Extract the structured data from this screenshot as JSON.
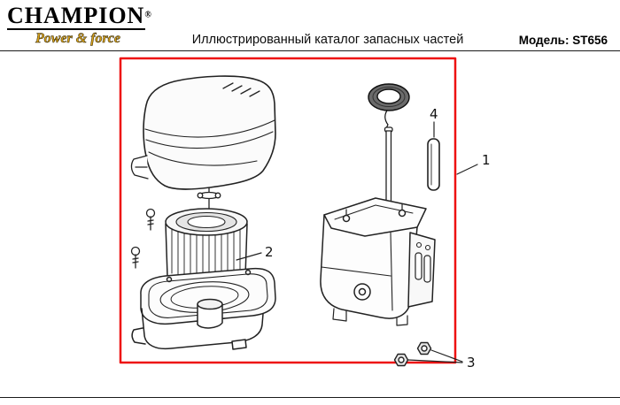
{
  "header": {
    "brand": "CHAMPION",
    "registered": "®",
    "tagline": "Power & force",
    "title": "Иллюстрированный каталог запасных частей",
    "model": "Модель: ST656"
  },
  "diagram": {
    "highlight_color": "#ee1111",
    "callouts": [
      "1",
      "2",
      "3",
      "4"
    ]
  },
  "colors": {
    "tagline_gold": "#d8a21b",
    "rule": "#1a1a1a"
  }
}
